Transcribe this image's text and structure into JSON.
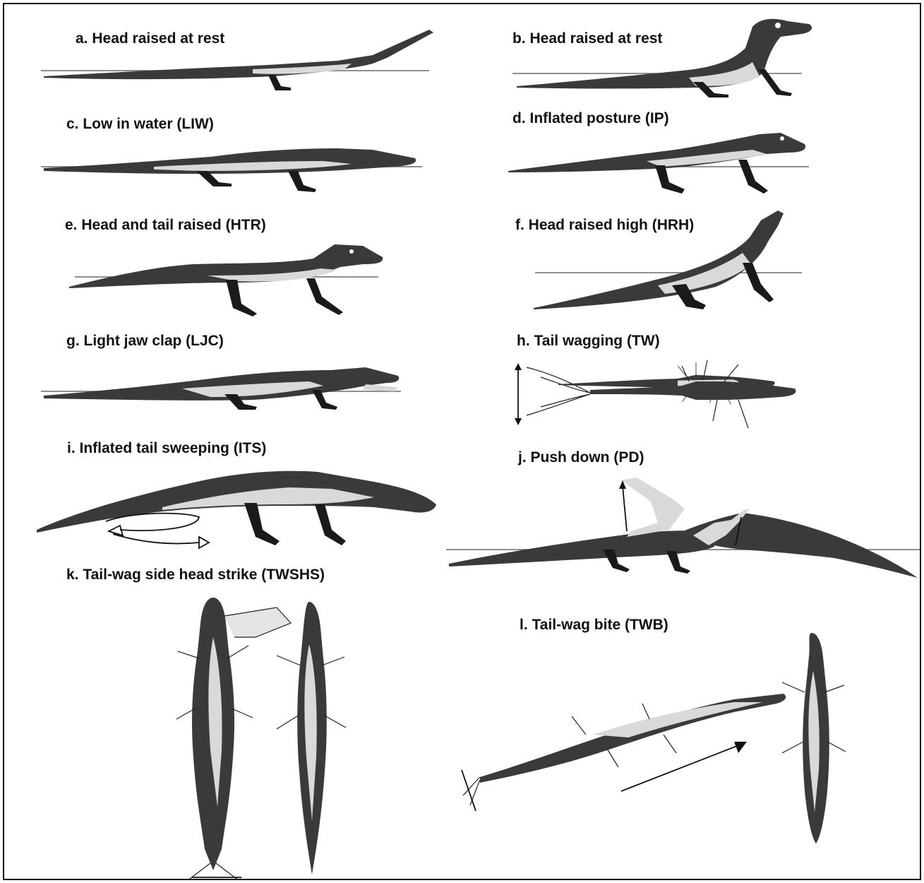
{
  "figure": {
    "panels": [
      {
        "id": "a",
        "label": "a. Head raised at rest",
        "illustration": "gharial-side-view"
      },
      {
        "id": "b",
        "label": "b. Head raised at rest",
        "illustration": "crocodile-side-view"
      },
      {
        "id": "c",
        "label": "c. Low in water (LIW)",
        "illustration": "crocodile-side-view"
      },
      {
        "id": "d",
        "label": "d. Inflated posture (IP)",
        "illustration": "crocodile-side-view"
      },
      {
        "id": "e",
        "label": "e. Head and tail raised (HTR)",
        "illustration": "crocodile-side-view"
      },
      {
        "id": "f",
        "label": "f. Head raised high (HRH)",
        "illustration": "crocodile-side-view"
      },
      {
        "id": "g",
        "label": "g. Light jaw clap (LJC)",
        "illustration": "crocodile-side-view"
      },
      {
        "id": "h",
        "label": "h. Tail wagging (TW)",
        "illustration": "crocodile-top-view"
      },
      {
        "id": "i",
        "label": "i. Inflated tail sweeping (ITS)",
        "illustration": "crocodile-side-view"
      },
      {
        "id": "j",
        "label": "j. Push down (PD)",
        "illustration": "two-crocodiles-side-view"
      },
      {
        "id": "k",
        "label": "k. Tail-wag side head strike (TWSHS)",
        "illustration": "two-crocodiles-top-view"
      },
      {
        "id": "l",
        "label": "l. Tail-wag bite (TWB)",
        "illustration": "two-crocodiles-top-view"
      }
    ]
  }
}
